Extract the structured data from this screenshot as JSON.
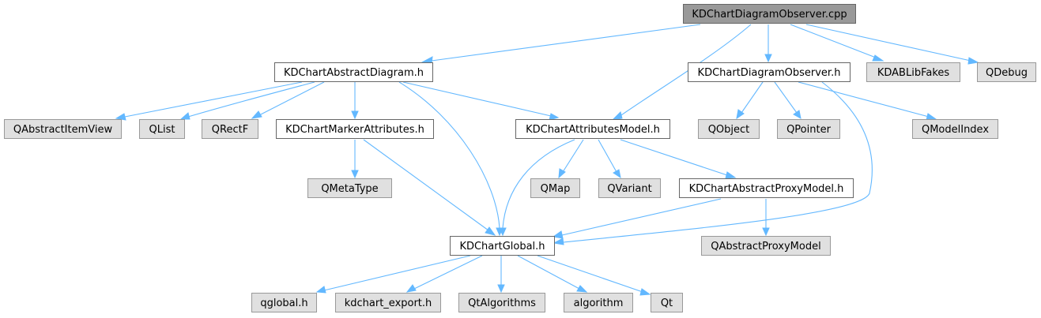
{
  "colors": {
    "root_fill": "#999999",
    "root_stroke": "#666666",
    "internal_fill": "#ffffff",
    "internal_stroke": "#666666",
    "external_fill": "#e0e0e0",
    "external_stroke": "#999999",
    "edge": "#63b8ff"
  },
  "nodes": {
    "root": "KDChartDiagramObserver.cpp",
    "abstract_diagram": "KDChartAbstractDiagram.h",
    "diagram_observer_h": "KDChartDiagramObserver.h",
    "kdablibfakes": "KDABLibFakes",
    "qdebug": "QDebug",
    "qabstractitemview": "QAbstractItemView",
    "qlist": "QList",
    "qrectf": "QRectF",
    "marker_attributes": "KDChartMarkerAttributes.h",
    "attributes_model": "KDChartAttributesModel.h",
    "qobject": "QObject",
    "qpointer": "QPointer",
    "qmodelindex": "QModelIndex",
    "qmetatype": "QMetaType",
    "qmap": "QMap",
    "qvariant": "QVariant",
    "abstract_proxy_model": "KDChartAbstractProxyModel.h",
    "global": "KDChartGlobal.h",
    "qabstractproxymodel": "QAbstractProxyModel",
    "qglobal": "qglobal.h",
    "kdchart_export": "kdchart_export.h",
    "qtalgorithms": "QtAlgorithms",
    "algorithm": "algorithm",
    "qt": "Qt"
  }
}
